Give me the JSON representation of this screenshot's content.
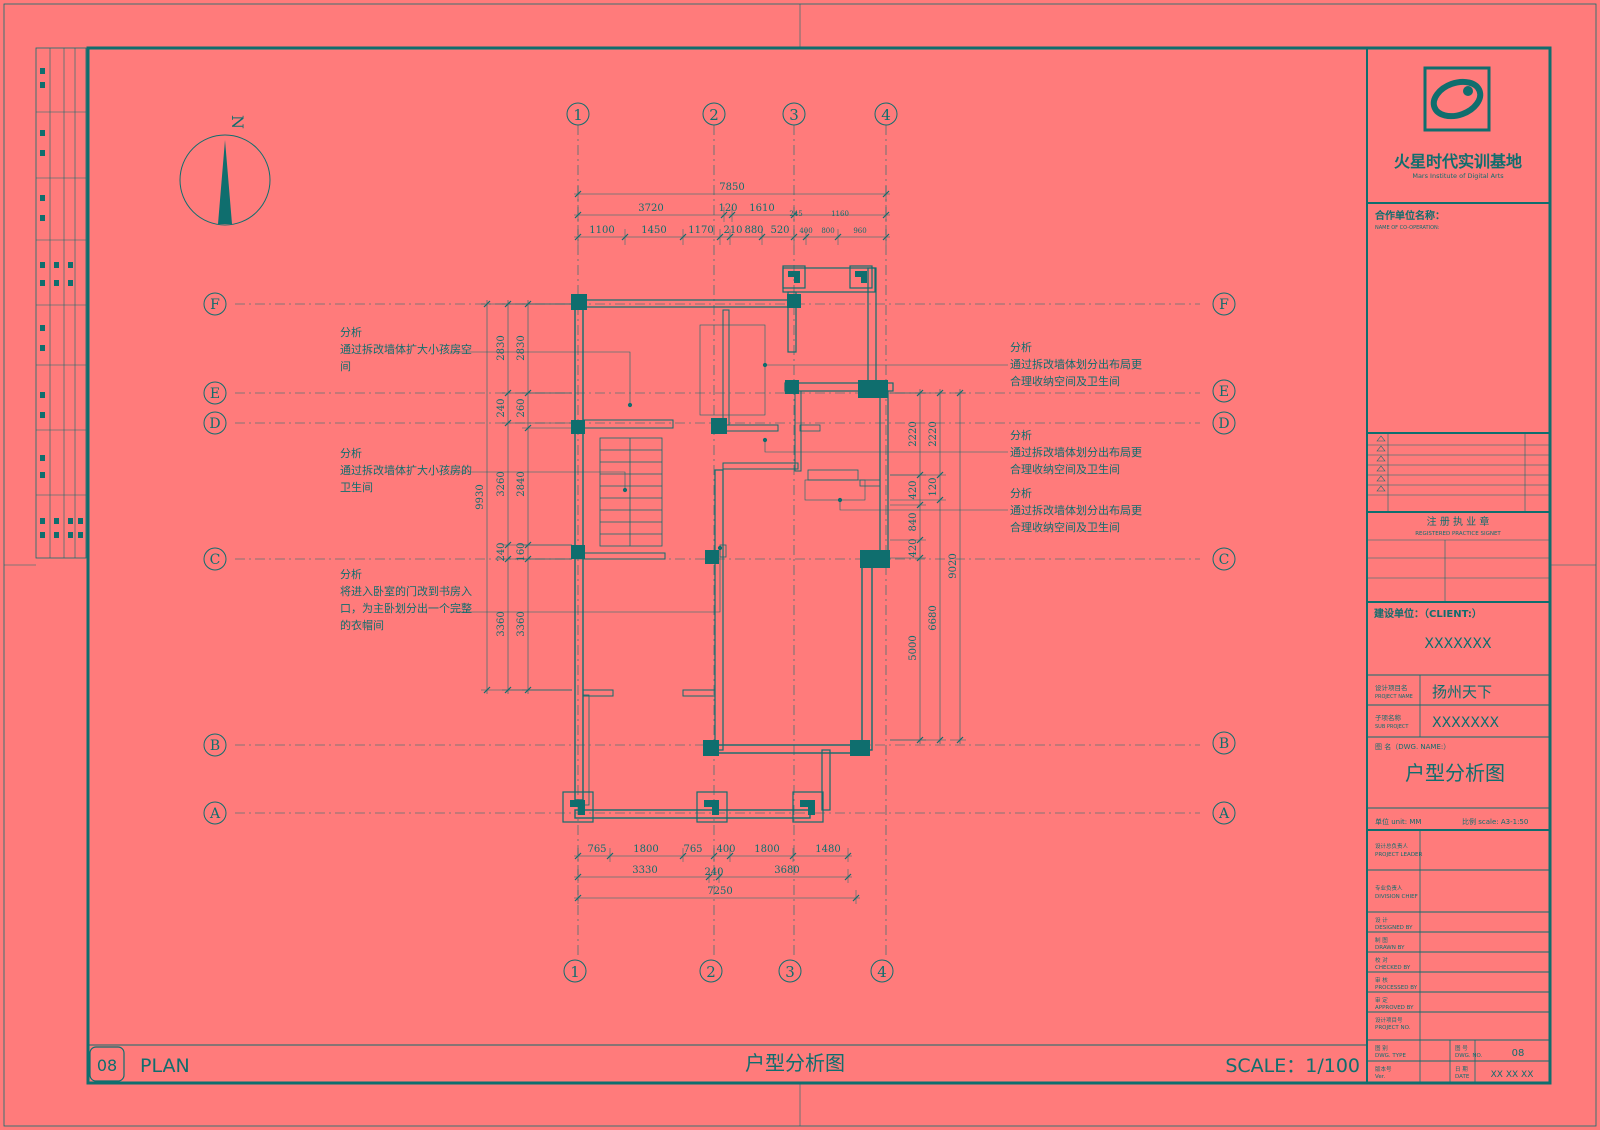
{
  "colors": {
    "background": "#ff7b7b",
    "ink": "#0f6e6e"
  },
  "north": "N",
  "grid_cols": [
    "1",
    "2",
    "3",
    "4"
  ],
  "grid_rows": [
    "F",
    "E",
    "D",
    "C",
    "B",
    "A"
  ],
  "dims_top": {
    "total": "7850",
    "row2": [
      "3720",
      "120",
      "1610",
      "245",
      "1160"
    ],
    "row3": [
      "1100",
      "1450",
      "1170",
      "210",
      "880",
      "520",
      "400",
      "800",
      "960"
    ]
  },
  "dims_bottom": {
    "row1": [
      "765",
      "1800",
      "765",
      "400",
      "1800",
      "1480"
    ],
    "row2": [
      "3330",
      "240",
      "3680"
    ],
    "total": "7250"
  },
  "dims_left": {
    "outer": [
      "2830",
      "240",
      "3260",
      "240",
      "3360"
    ],
    "inner": [
      "2830",
      "260",
      "2840",
      "160",
      "3360"
    ],
    "total": "9930"
  },
  "dims_right": {
    "a": [
      "2220",
      "420",
      "840",
      "420",
      "5000"
    ],
    "b": [
      "2220",
      "120",
      "6680"
    ],
    "total": "9020"
  },
  "notes_left": [
    {
      "title": "分析",
      "lines": [
        "通过拆改墙体扩大小孩房空",
        "间"
      ]
    },
    {
      "title": "分析",
      "lines": [
        "通过拆改墙体扩大小孩房的",
        "卫生间"
      ]
    },
    {
      "title": "分析",
      "lines": [
        "将进入卧室的门改到书房入",
        "口，为主卧划分出一个完整",
        "的衣帽间"
      ]
    }
  ],
  "notes_right": [
    {
      "title": "分析",
      "lines": [
        "通过拆改墙体划分出布局更",
        "合理收纳空间及卫生间"
      ]
    },
    {
      "title": "分析",
      "lines": [
        "通过拆改墙体划分出布局更",
        "合理收纳空间及卫生间"
      ]
    },
    {
      "title": "分析",
      "lines": [
        "通过拆改墙体划分出布局更",
        "合理收纳空间及卫生间"
      ]
    }
  ],
  "footer": {
    "sheet_no": "08",
    "plan_label": "PLAN",
    "title": "户型分析图",
    "scale": "SCALE：1/100"
  },
  "title_block": {
    "org_cn": "火星时代实训基地",
    "org_en": "Mars Institute of Digital Arts",
    "coop_label": "合作单位名称：",
    "coop_en": "NAME OF CO-OPERATION:",
    "stamp_cn": "注 册 执 业 章",
    "stamp_en": "REGISTERED PRACTICE SIGNET",
    "client_label": "建设单位：（CLIENT:）",
    "client_value": "XXXXXXX",
    "project_label": "设计项目名",
    "project_label_en": "PROJECT NAME",
    "project_value": "扬州天下",
    "sub_label": "子项名称",
    "sub_label_en": "SUB PROJECT",
    "sub_value": "XXXXXXX",
    "dwg_label": "图 名（DWG. NAME:）",
    "dwg_value": "户型分析图",
    "unit_label": "单位 unit: MM",
    "scale_label": "比例 scale: A3-1:50",
    "sheet_no": "08",
    "date_value": "XX XX XX"
  }
}
